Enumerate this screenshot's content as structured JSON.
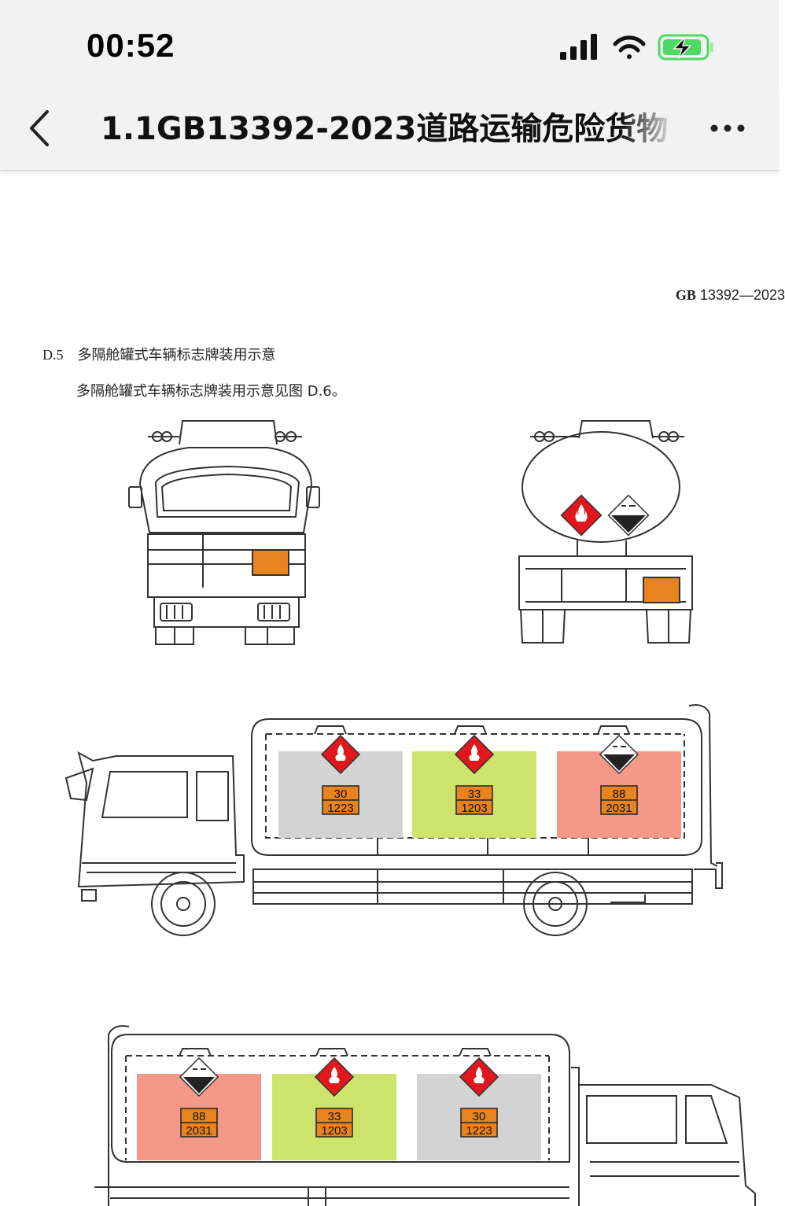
{
  "status_bar": {
    "time": "00:52"
  },
  "nav": {
    "title": "1.1GB13392-2023道路运输危险货物"
  },
  "document": {
    "header_prefix": "GB",
    "header_number": "13392—2023",
    "section_number": "D.5",
    "section_title": "多隔舱罐式车辆标志牌装用示意",
    "paragraph": "多隔舱罐式车辆标志牌装用示意见图 D.6。"
  },
  "figure": {
    "side_view_right": [
      {
        "hazard_id": "30",
        "un_number": "1223",
        "fill": "#d3d3d3",
        "label": "flammable"
      },
      {
        "hazard_id": "33",
        "un_number": "1203",
        "fill": "#cde36c",
        "label": "flammable"
      },
      {
        "hazard_id": "88",
        "un_number": "2031",
        "fill": "#f4998a",
        "label": "corrosive"
      }
    ],
    "side_view_left": [
      {
        "hazard_id": "88",
        "un_number": "2031",
        "fill": "#f4998a",
        "label": "corrosive"
      },
      {
        "hazard_id": "33",
        "un_number": "1203",
        "fill": "#cde36c",
        "label": "flammable"
      },
      {
        "hazard_id": "30",
        "un_number": "1223",
        "fill": "#d3d3d3",
        "label": "flammable"
      }
    ]
  },
  "colors": {
    "orange_plate": "#e8841f",
    "flammable_red": "#e0181e",
    "battery_green": "#4cd964"
  }
}
